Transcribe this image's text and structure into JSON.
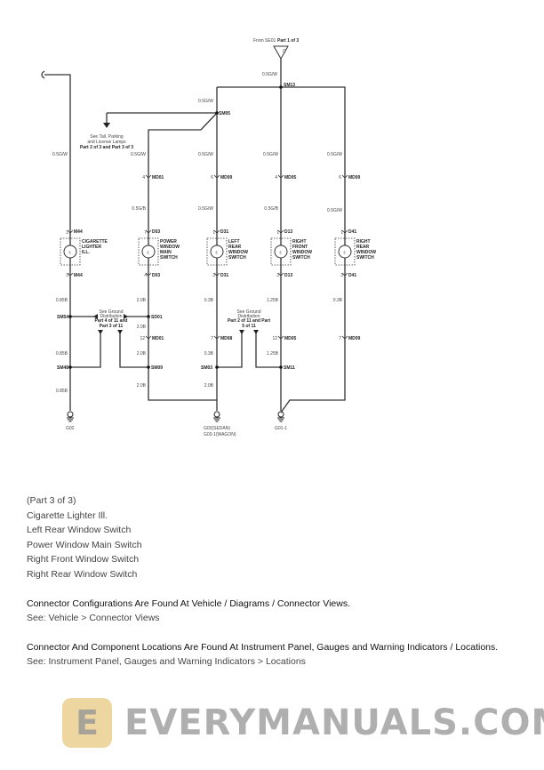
{
  "diagram": {
    "from_label": "From SE01",
    "from_part": "Part 1 of 3",
    "from_connector": "C",
    "see_tail": [
      "See Tail, Parking",
      "and License Lamps",
      "Part 2 of 3 and Part 3 of 3"
    ],
    "see_ground_left": [
      "See Ground",
      "Distribution",
      "Part 4 of 11 and",
      "Part 3 of 11"
    ],
    "see_ground_right": [
      "See Ground",
      "Distribution",
      "Part 2 of 11 and Part",
      "5 of 11"
    ],
    "splices": {
      "sm13": "SM13",
      "sm05": "SM05",
      "sm54": "SM54",
      "sd01": "SD01",
      "sm48": "SM48",
      "sm09": "SM09",
      "sm03": "SM03",
      "sm11": "SM11"
    },
    "wires": {
      "gw": "0.5G/W",
      "gb": "0.5G/B",
      "b085": "0.85B",
      "b20": "2.0B",
      "b03": "0.3B",
      "b125": "1.25B"
    },
    "columns": [
      {
        "top_pin": "1",
        "top_conn": "M44",
        "bot_pin": "3",
        "bot_conn": "M44",
        "name": [
          "CIGARETTE",
          "LIGHTER",
          "ILL."
        ]
      },
      {
        "mid_pin": "4",
        "mid_conn": "MD01",
        "top_pin": "7",
        "top_conn": "D03",
        "bot_pin": "4",
        "bot_conn": "D03",
        "low_pin": "12",
        "low_conn": "MD01",
        "name": [
          "POWER",
          "WINDOW",
          "MAIN",
          "SWITCH"
        ]
      },
      {
        "mid_pin": "6",
        "mid_conn": "MD09",
        "top_pin": "1",
        "top_conn": "D31",
        "bot_pin": "3",
        "bot_conn": "D31",
        "low_pin": "7",
        "low_conn": "MD08",
        "name": [
          "LEFT",
          "REAR",
          "WINDOW",
          "SWITCH"
        ]
      },
      {
        "mid_pin": "4",
        "mid_conn": "MD05",
        "top_pin": "1",
        "top_conn": "D13",
        "bot_pin": "3",
        "bot_conn": "D13",
        "low_pin": "12",
        "low_conn": "MD05",
        "name": [
          "RIGHT",
          "FRONT",
          "WINDOW",
          "SWITCH"
        ]
      },
      {
        "mid_pin": "6",
        "mid_conn": "MD09",
        "top_pin": "1",
        "top_conn": "D41",
        "bot_pin": "3",
        "bot_conn": "D41",
        "low_pin": "7",
        "low_conn": "MD09",
        "name": [
          "RIGHT",
          "REAR",
          "WINDOW",
          "SWITCH"
        ]
      }
    ],
    "grounds": {
      "g02": "G02",
      "g03": "G03(SEDAN)",
      "g03_1": "G03-1(WAGON)",
      "g01_1": "G01-1"
    }
  },
  "watermark": {
    "text": "EVERYMANUALS.COM",
    "logo_letter": "E"
  },
  "content": {
    "part": "(Part 3 of 3)",
    "components": [
      "Cigarette Lighter Ill.",
      "Left Rear Window Switch",
      "Power Window Main Switch",
      "Right Front Window Switch",
      "Right Rear Window Switch"
    ],
    "connector_config_heading": "Connector Configurations Are Found At Vehicle / Diagrams / Connector Views.",
    "connector_config_link": "See: Vehicle > Connector Views",
    "locations_heading": "Connector And Component Locations Are Found At Instrument Panel, Gauges and Warning Indicators / Locations.",
    "locations_link": "See: Instrument Panel, Gauges and Warning Indicators > Locations"
  }
}
